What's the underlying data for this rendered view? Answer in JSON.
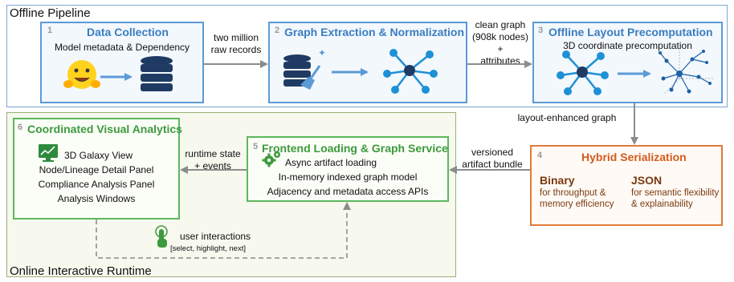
{
  "zones": {
    "offline_title": "Offline Pipeline",
    "online_title": "Online Interactive Runtime"
  },
  "boxes": {
    "data_collection": {
      "num": "1",
      "title": "Data Collection",
      "lines": [
        "Model metadata & Dependency"
      ]
    },
    "graph_extraction": {
      "num": "2",
      "title": "Graph Extraction & Normalization",
      "lines": []
    },
    "layout_precomp": {
      "num": "3",
      "title": "Offline Layout Precomputation",
      "lines": [
        "3D coordinate precomputation"
      ]
    },
    "hybrid": {
      "num": "4",
      "title": "Hybrid Serialization",
      "binary": {
        "title": "Binary",
        "lines": [
          "for throughput &",
          "memory efficiency"
        ]
      },
      "json": {
        "title": "JSON",
        "lines": [
          "for semantic flexibility",
          "& explainability"
        ]
      }
    },
    "frontend": {
      "num": "5",
      "title": "Frontend Loading & Graph Service",
      "lines": [
        "Async artifact loading",
        "In-memory indexed graph model",
        "Adjacency and metadata access APIs"
      ]
    },
    "visual": {
      "num": "6",
      "title": "Coordinated Visual Analytics",
      "lines": [
        "3D Galaxy View",
        "Node/Lineage Detail Panel",
        "Compliance Analysis Panel",
        "Analysis Windows"
      ]
    }
  },
  "edges": {
    "e1": [
      "two million",
      "raw records"
    ],
    "e2": [
      "clean graph",
      "(908k nodes)",
      "+",
      "attributes"
    ],
    "e3": [
      "layout-enhanced graph"
    ],
    "e4": [
      "versioned",
      "artifact bundle"
    ],
    "e5": [
      "runtime state",
      "+ events"
    ],
    "e6": [
      "user interactions",
      "[select, highlight, next]"
    ]
  },
  "icons": [
    "hugging-face-icon",
    "database-icon",
    "database-broom-icon",
    "graph-network-icon",
    "graph-3d-icon",
    "gears-icon",
    "monitor-chart-icon",
    "touch-pointer-icon"
  ],
  "colors": {
    "blue": "#5b9bd5",
    "green": "#5cb85c",
    "orange": "#e07b39",
    "arrow": "#8c8c8c"
  }
}
